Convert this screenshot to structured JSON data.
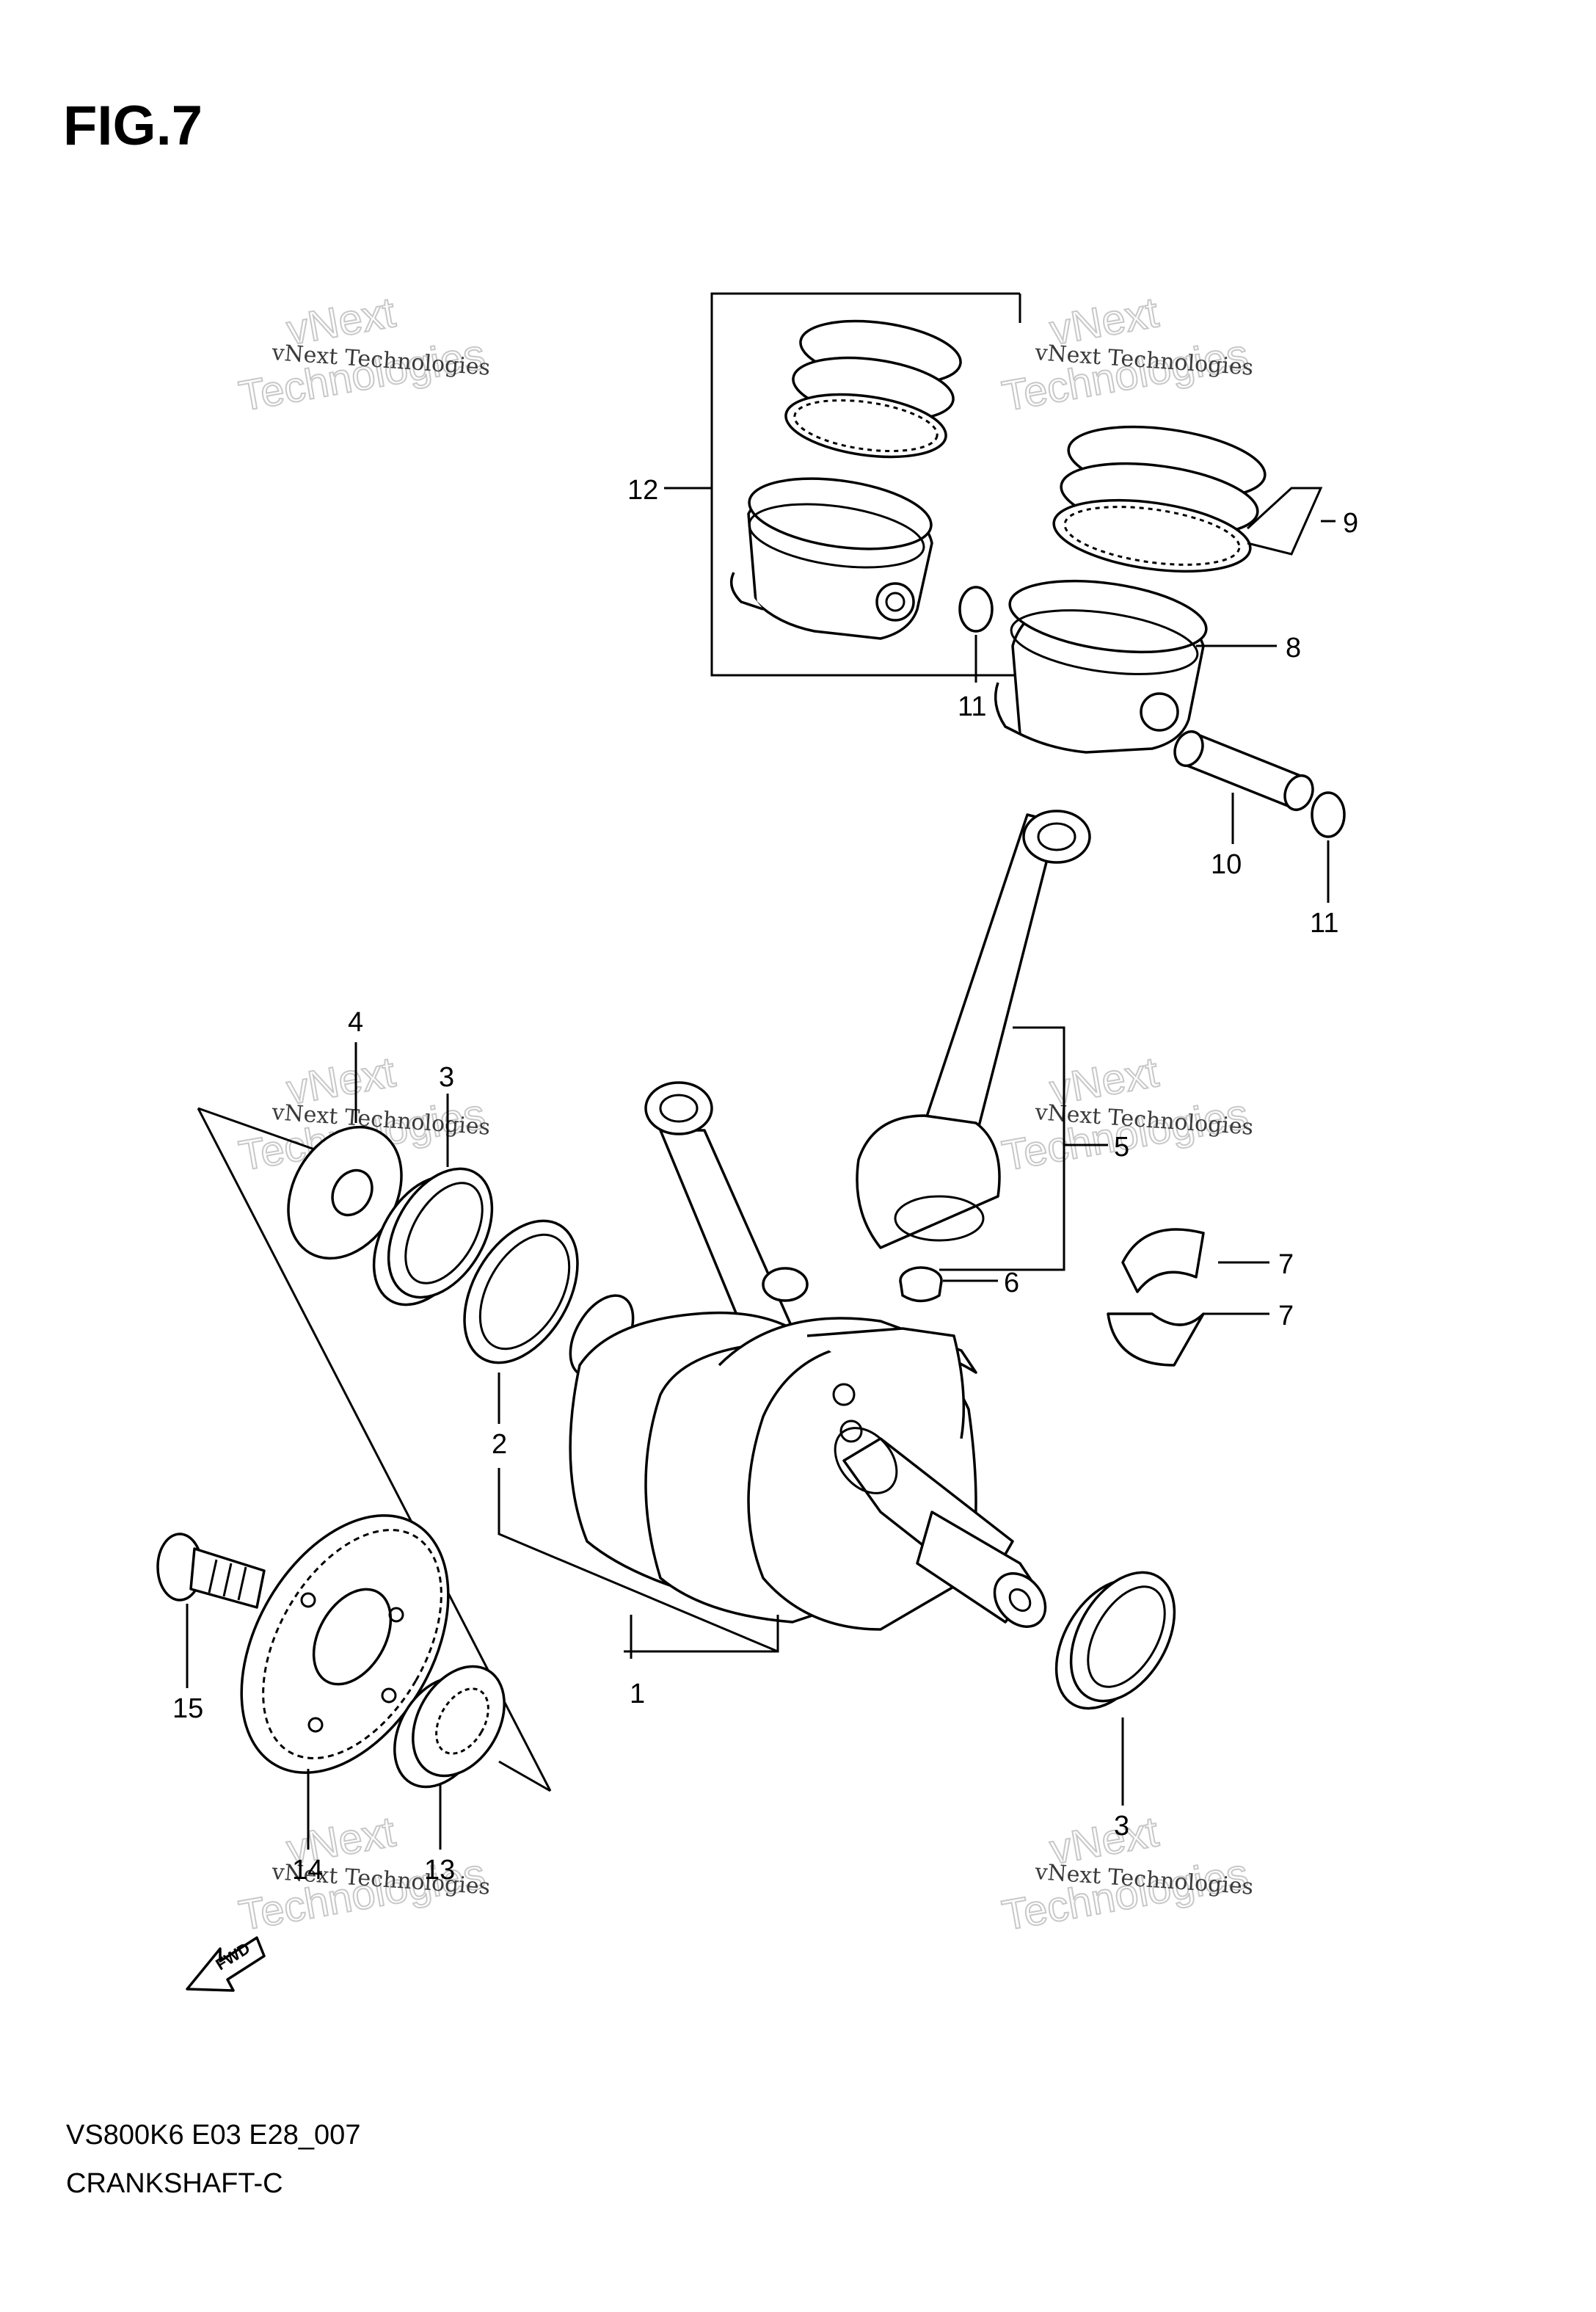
{
  "figure": {
    "title": "FIG.7",
    "code": "VS800K6 E03 E28_007",
    "name": "CRANKSHAFT-C"
  },
  "watermark": {
    "line1": "vNext Technologies",
    "line2": "vNext",
    "line3": "Technologies"
  },
  "callouts": [
    "1",
    "2",
    "3",
    "3",
    "4",
    "5",
    "6",
    "7",
    "7",
    "8",
    "9",
    "10",
    "11",
    "11",
    "12",
    "13",
    "14",
    "15"
  ],
  "fwd_label": "FWD"
}
